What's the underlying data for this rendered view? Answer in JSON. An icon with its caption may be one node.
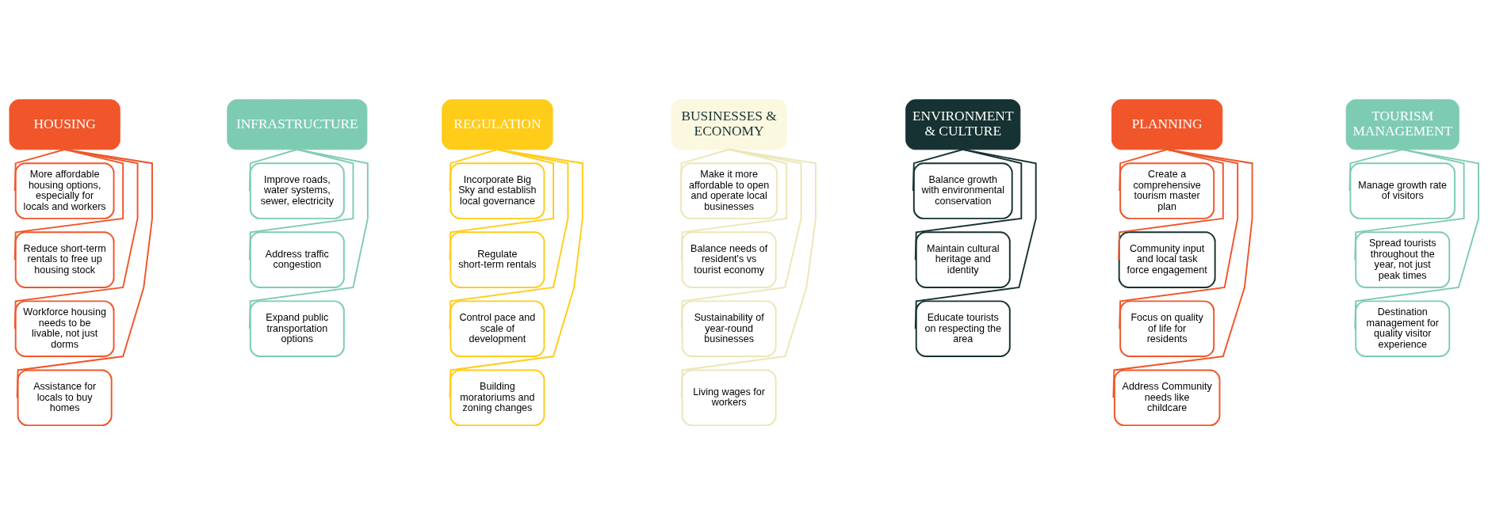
{
  "diagram": {
    "nodes": [
      {
        "text": [
          "HOUSING"
        ]
      },
      {
        "text": [
          "More affordable housing options, especially for locals and workers"
        ]
      },
      {
        "text": [
          "Reduce short-term rentals to free up housing stock"
        ]
      },
      {
        "text": [
          "Workforce housing needs to be livable, not just dorms"
        ]
      },
      {
        "text": [
          "Assistance for locals to buy homes"
        ]
      },
      {
        "text": [
          "INFRASTRUCTURE"
        ]
      },
      {
        "text": [
          "Improve roads, water systems, sewer, electricity"
        ]
      },
      {
        "text": [
          "Address traffic congestion"
        ]
      },
      {
        "text": [
          "Expand public transportation options"
        ]
      },
      {
        "text": [
          "REGULATION"
        ]
      },
      {
        "text": [
          "Incorporate Big Sky and establish local governance"
        ]
      },
      {
        "text": [
          "Regulate short-term rentals"
        ]
      },
      {
        "text": [
          "Control pace and scale of development"
        ]
      },
      {
        "text": [
          "Building moratoriums and zoning changes"
        ]
      },
      {
        "text": [
          "BUSINESSES & ECONOMY"
        ]
      },
      {
        "text": [
          "Make it more affordable to open and operate local businesses"
        ]
      },
      {
        "text": [
          "Balance needs of resident's vs tourist economy"
        ]
      },
      {
        "text": [
          "Sustainability of year-round businesses"
        ]
      },
      {
        "text": [
          "Living wages for workers"
        ]
      },
      {
        "text": [
          "ENVIRONMENT & CULTURE"
        ]
      },
      {
        "text": [
          "Balance growth with environmental conservation"
        ]
      },
      {
        "text": [
          "Maintain cultural heritage and identity"
        ]
      },
      {
        "text": [
          "Educate tourists on respecting the area"
        ]
      },
      {
        "text": [
          "PLANNING"
        ]
      },
      {
        "text": [
          "Create a comprehensive tourism master plan"
        ]
      },
      {
        "text": [
          "Community input and local task force engagement"
        ]
      },
      {
        "text": [
          "Focus on quality of life for residents"
        ]
      },
      {
        "text": [
          "Address Community needs like childcare"
        ]
      },
      {
        "text": [
          "TOURISM MANAGEMENT"
        ]
      },
      {
        "text": [
          "Manage growth rate of visitors"
        ]
      },
      {
        "text": [
          "Spread tourists throughout the year, not just peak times"
        ]
      },
      {
        "text": [
          "Destination management for quality visitor experience"
        ]
      }
    ],
    "edges": [
      {
        "from": 0,
        "to": 1,
        "arrow": "none",
        "color": "#f0562a"
      },
      {
        "from": 0,
        "to": 2,
        "arrow": "none",
        "color": "#f0562a"
      },
      {
        "from": 0,
        "to": 3,
        "arrow": "none",
        "color": "#f0562a"
      },
      {
        "from": 0,
        "to": 4,
        "arrow": "none",
        "color": "#f0562a"
      },
      {
        "from": 5,
        "to": 6,
        "arrow": "none",
        "color": "#7ecbb3"
      },
      {
        "from": 5,
        "to": 7,
        "arrow": "none",
        "color": "#7ecbb3"
      },
      {
        "from": 5,
        "to": 8,
        "arrow": "none",
        "color": "#7ecbb3"
      },
      {
        "from": 9,
        "to": 10,
        "arrow": "none",
        "color": "#ffcc1a"
      },
      {
        "from": 9,
        "to": 11,
        "arrow": "none",
        "color": "#ffcc1a"
      },
      {
        "from": 9,
        "to": 12,
        "arrow": "none",
        "color": "#ffcc1a"
      },
      {
        "from": 9,
        "to": 13,
        "arrow": "none",
        "color": "#ffcc1a"
      },
      {
        "from": 14,
        "to": 15,
        "arrow": "none",
        "color": "#ece6b8"
      },
      {
        "from": 14,
        "to": 16,
        "arrow": "none",
        "color": "#ece6b8"
      },
      {
        "from": 14,
        "to": 17,
        "arrow": "none",
        "color": "#ece6b8"
      },
      {
        "from": 14,
        "to": 18,
        "arrow": "none",
        "color": "#ece6b8"
      },
      {
        "from": 19,
        "to": 20,
        "arrow": "none",
        "color": "#163232"
      },
      {
        "from": 19,
        "to": 21,
        "arrow": "none",
        "color": "#163232"
      },
      {
        "from": 19,
        "to": 22,
        "arrow": "none",
        "color": "#163232"
      },
      {
        "from": 23,
        "to": 24,
        "arrow": "none",
        "color": "#f0562a"
      },
      {
        "from": 23,
        "to": 25,
        "arrow": "none",
        "color": "#f0562a"
      },
      {
        "from": 23,
        "to": 26,
        "arrow": "none",
        "color": "#f0562a"
      },
      {
        "from": 23,
        "to": 27,
        "arrow": "none",
        "color": "#f0562a"
      },
      {
        "from": 28,
        "to": 29,
        "arrow": "none",
        "color": "#7ecbb3"
      },
      {
        "from": 28,
        "to": 30,
        "arrow": "none",
        "color": "#7ecbb3"
      },
      {
        "from": 28,
        "to": 31,
        "arrow": "none",
        "color": "#7ecbb3"
      }
    ]
  }
}
